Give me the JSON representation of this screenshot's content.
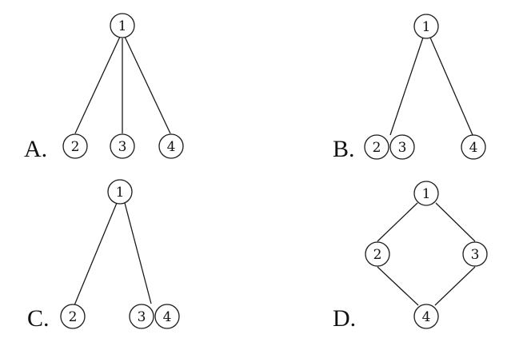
{
  "options": [
    {
      "key": "A",
      "label": "A.",
      "nodes": [
        "1",
        "2",
        "3",
        "4"
      ],
      "edges": [
        [
          "1",
          "2"
        ],
        [
          "1",
          "3"
        ],
        [
          "1",
          "4"
        ]
      ]
    },
    {
      "key": "B",
      "label": "B.",
      "nodes": [
        "1",
        "2",
        "3",
        "4"
      ],
      "edges": [
        [
          "1",
          "2"
        ],
        [
          "1",
          "4"
        ]
      ]
    },
    {
      "key": "C",
      "label": "C.",
      "nodes": [
        "1",
        "2",
        "3",
        "4"
      ],
      "edges": [
        [
          "1",
          "2"
        ],
        [
          "1",
          "3"
        ]
      ]
    },
    {
      "key": "D",
      "label": "D.",
      "nodes": [
        "1",
        "2",
        "3",
        "4"
      ],
      "edges": [
        [
          "1",
          "2"
        ],
        [
          "1",
          "3"
        ],
        [
          "2",
          "4"
        ],
        [
          "3",
          "4"
        ]
      ]
    }
  ]
}
